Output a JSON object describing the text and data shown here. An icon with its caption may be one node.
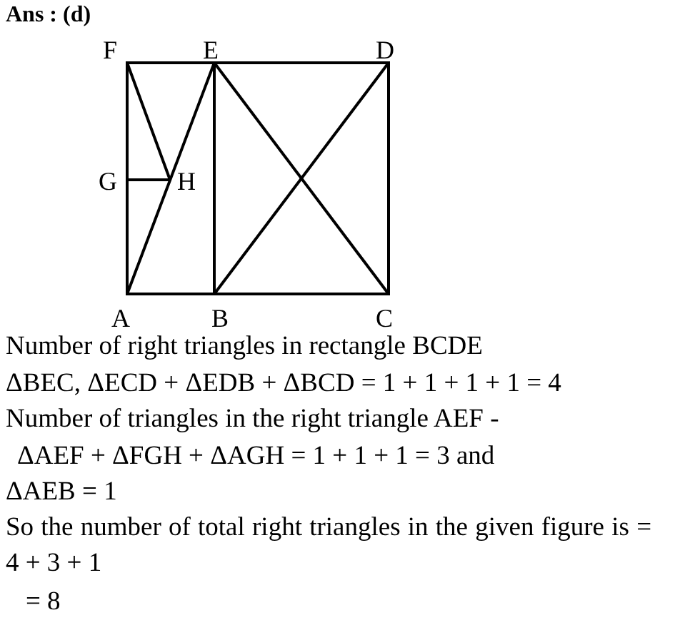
{
  "diagram": {
    "title": "Ans : (d)",
    "labels": [
      "F",
      "E",
      "D",
      "G",
      "H",
      "A",
      "B",
      "C",
      "Number of right triangles in rectangle BCDE",
      "ΔBEC, ΔECD + ΔEDB + ΔBCD = 1 + 1 + 1 + 1 = 4",
      "Number of triangles in the right triangle AEF -",
      "ΔAEF + ΔFGH + ΔAGH = 1 + 1 + 1 = 3 and",
      "ΔAEB = 1",
      "So the number of total right triangles in the given figure is = 4 + 3 + 1",
      "= 8"
    ]
  }
}
